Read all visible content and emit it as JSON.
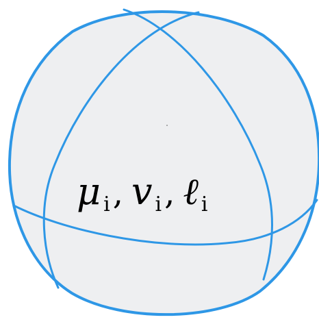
{
  "colors": {
    "stroke": "#2e97e6",
    "fill": "#eeeff1",
    "text": "#000000",
    "background": "#ffffff"
  },
  "label": {
    "mu": "μ",
    "nu": "v",
    "ell": "ℓ",
    "subscript": "i",
    "separator": ","
  }
}
